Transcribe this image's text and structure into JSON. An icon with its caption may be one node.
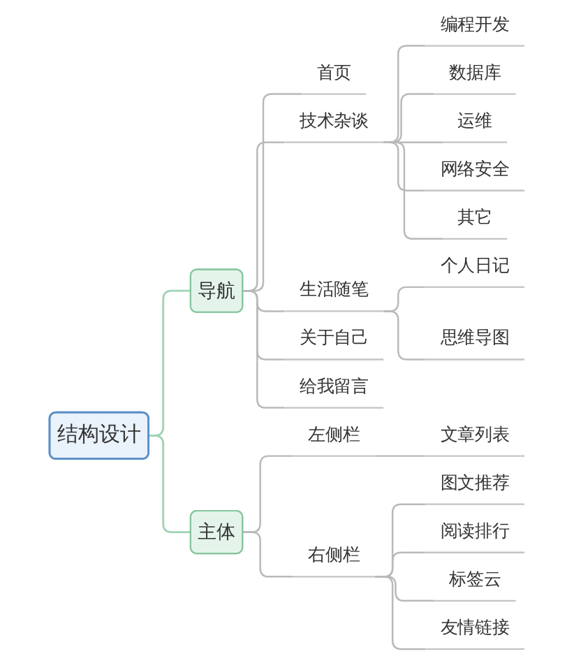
{
  "diagram": {
    "nodes": [
      {
        "text": [
          "结构设计"
        ]
      },
      {
        "text": [
          "导航"
        ]
      },
      {
        "text": [
          "首页"
        ]
      },
      {
        "text": [
          "技术杂谈"
        ]
      },
      {
        "text": [
          "编程开发"
        ]
      },
      {
        "text": [
          "数据库"
        ]
      },
      {
        "text": [
          "运维"
        ]
      },
      {
        "text": [
          "网络安全"
        ]
      },
      {
        "text": [
          "其它"
        ]
      },
      {
        "text": [
          "生活随笔"
        ]
      },
      {
        "text": [
          "个人日记"
        ]
      },
      {
        "text": [
          "思维导图"
        ]
      },
      {
        "text": [
          "关于自己"
        ]
      },
      {
        "text": [
          "给我留言"
        ]
      },
      {
        "text": [
          "主体"
        ]
      },
      {
        "text": [
          "左侧栏"
        ]
      },
      {
        "text": [
          "文章列表"
        ]
      },
      {
        "text": [
          "右侧栏"
        ]
      },
      {
        "text": [
          "图文推荐"
        ]
      },
      {
        "text": [
          "阅读排行"
        ]
      },
      {
        "text": [
          "标签云"
        ]
      },
      {
        "text": [
          "友情链接"
        ]
      }
    ],
    "edges": [
      {
        "from": 0,
        "to": 1,
        "arrow": "none",
        "color": "#9fd3b5"
      },
      {
        "from": 1,
        "to": 2,
        "arrow": "none"
      },
      {
        "from": 1,
        "to": 3,
        "arrow": "none"
      },
      {
        "from": 3,
        "to": 4,
        "arrow": "none"
      },
      {
        "from": 3,
        "to": 5,
        "arrow": "none"
      },
      {
        "from": 3,
        "to": 6,
        "arrow": "none"
      },
      {
        "from": 3,
        "to": 7,
        "arrow": "none"
      },
      {
        "from": 3,
        "to": 8,
        "arrow": "none"
      },
      {
        "from": 1,
        "to": 9,
        "arrow": "none"
      },
      {
        "from": 9,
        "to": 10,
        "arrow": "none"
      },
      {
        "from": 9,
        "to": 11,
        "arrow": "none"
      },
      {
        "from": 1,
        "to": 12,
        "arrow": "none"
      },
      {
        "from": 1,
        "to": 13,
        "arrow": "none"
      },
      {
        "from": 0,
        "to": 14,
        "arrow": "none",
        "color": "#9fd3b5"
      },
      {
        "from": 14,
        "to": 15,
        "arrow": "none"
      },
      {
        "from": 15,
        "to": 16,
        "arrow": "none"
      },
      {
        "from": 14,
        "to": 17,
        "arrow": "none"
      },
      {
        "from": 17,
        "to": 18,
        "arrow": "none"
      },
      {
        "from": 17,
        "to": 19,
        "arrow": "none"
      },
      {
        "from": 17,
        "to": 20,
        "arrow": "none"
      },
      {
        "from": 17,
        "to": 21,
        "arrow": "none"
      }
    ]
  }
}
